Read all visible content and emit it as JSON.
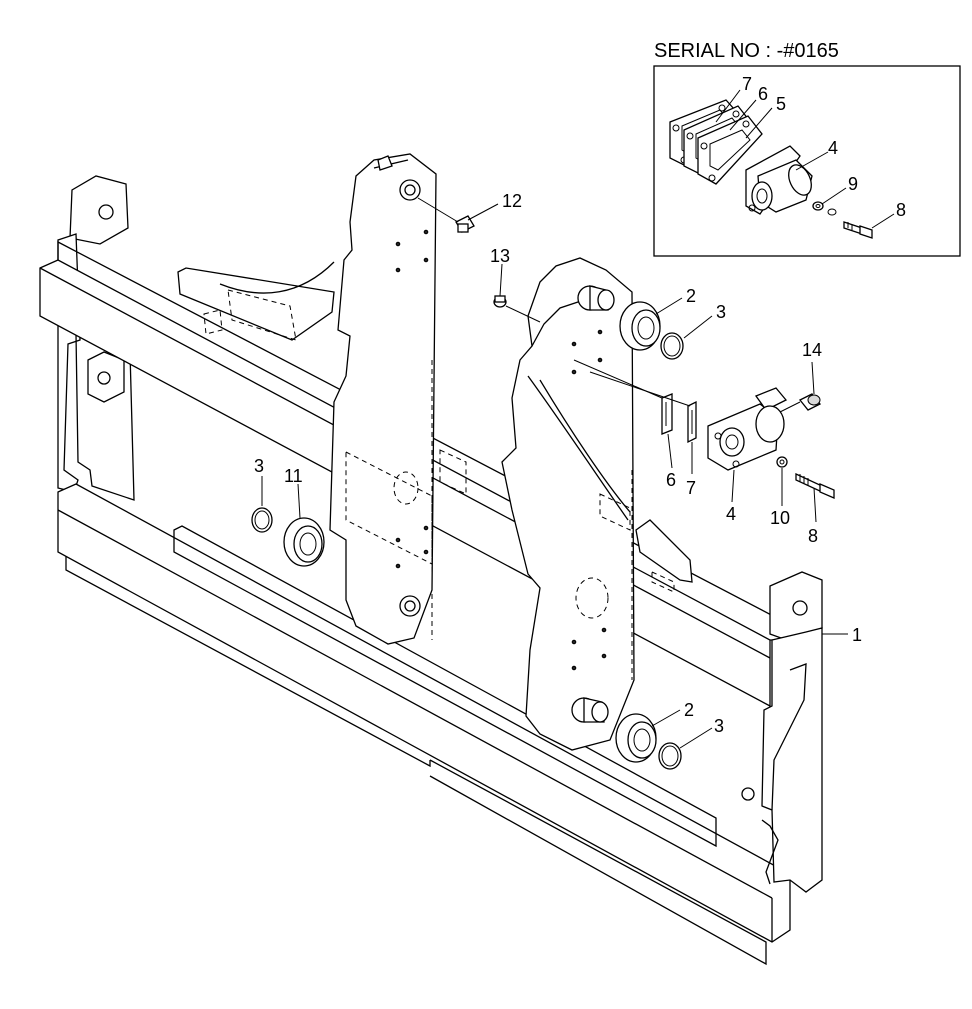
{
  "serial": {
    "text": "SERIAL NO : -#0165"
  },
  "labels": {
    "inset": [
      {
        "id": "i7",
        "text": "7"
      },
      {
        "id": "i6",
        "text": "6"
      },
      {
        "id": "i5",
        "text": "5"
      },
      {
        "id": "i4",
        "text": "4"
      },
      {
        "id": "i9",
        "text": "9"
      },
      {
        "id": "i8",
        "text": "8"
      }
    ],
    "main": [
      {
        "id": "m12",
        "text": "12"
      },
      {
        "id": "m13",
        "text": "13"
      },
      {
        "id": "m2a",
        "text": "2"
      },
      {
        "id": "m3a",
        "text": "3"
      },
      {
        "id": "m14",
        "text": "14"
      },
      {
        "id": "m3b",
        "text": "3"
      },
      {
        "id": "m11",
        "text": "11"
      },
      {
        "id": "m6",
        "text": "6"
      },
      {
        "id": "m7",
        "text": "7"
      },
      {
        "id": "m4",
        "text": "4"
      },
      {
        "id": "m10",
        "text": "10"
      },
      {
        "id": "m8",
        "text": "8"
      },
      {
        "id": "m1",
        "text": "1"
      },
      {
        "id": "m2b",
        "text": "2"
      },
      {
        "id": "m3c",
        "text": "3"
      }
    ]
  }
}
